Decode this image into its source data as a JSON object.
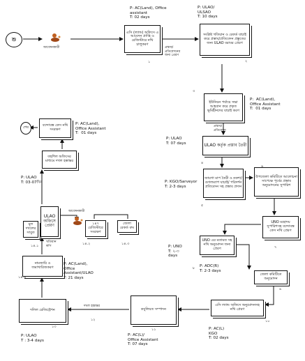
{
  "start": {
    "label": "শু"
  },
  "applicant1": "আবেদনকারী",
  "applicant2": "আবেদনকারী",
  "end_oval": "শেষ",
  "boxes": {
    "b1": "এসি (ল্যান্ড) অফিসে এ আবেদন প্রাপ্তি ও রেজিস্টারে নথি চালুকরণ",
    "b2": "সংশ্লিষ্ট খতিয়ান ও রেকর্ড যাচাই করে প্রস্তাব/প্রতিবেদন প্রস্তুতের জন্য ULAO বরাবর প্রেরণ",
    "b3": "ইউনিয়ন পর্যায়ে সভা আহবান করে প্রকৃত ভূমিহীনদের যাচাই করণ",
    "b4": "ULAO কর্তৃক প্রস্তাব তৈরী",
    "b5": "জায়গা মাপ তৈরী ও নকশা/গুগলম্যাপ যাচাই/ পরিদর্শন প্রতিবেদন সহ প্রস্তাব প্রদান",
    "b6": "উপজেলা কমিটিতে আলোচনা সাপেক্ষে পূর্বের প্রস্তাব অনুমোদনের সুপারিশ",
    "b7": "UNO মহোদয় সুপারিশসহ বন্দোবস্ত কেস নথি প্রেরণ",
    "b8": "UNO এর মতামত সহ নথি অনুমোদন জন্য প্রেরণ",
    "b9": "জেলা কমিটিতে অনুমোদন",
    "b10": "এসি ল্যান্ড অফিসে অনুমোদনসহ নথি প্রেরণ",
    "b11": "কবুলিয়ত সম্পাদন",
    "b12": "দলিল রেজিস্ট্রেশন",
    "b13": "নামজারি ও জমাখারিজকরণ",
    "b14": "মূল দখলের সাবুত",
    "b15": "ULAO অফিসে প্রেরণ",
    "b16": "১৪৭ রেজিস্টারে সংরক্ষণ",
    "b17": "জেলা রেকর্ড রুম",
    "b18": "তহশিল অফিসের মাধ্যমে দখল হস্তান্তর",
    "b19": "বন্দোবস্ত কেস নথি সংরক্ষণ"
  },
  "labels": {
    "l1": "P: AC(Land), Office\nassistant\nT: 02 days",
    "l2": "P: ULAO/\nULSAO\nT: 10 days",
    "l3": "P:  AC(Land),\nOffice Assistant\nT:  01 days",
    "l4": "P: ULAO\nT: 07 days",
    "l5": "P: KGO/Sarveyor\nT: 2-3 days",
    "l6": "P: UNO\nT: ২-৩\ndays",
    "l7": "P: ADC(R)\nT: 2-3 days",
    "l8": "P: AC(L)\nKGO\nT: 02 days",
    "l9": "P: AC(L)/\nOffice Assistant\nT: 07 days",
    "l10": "P: ULAO\nT : 3-4 days",
    "l11": "P: AC(Land),\nOffice\nAssistant/ULAO\nT: 21 days",
    "l12": "P: ULAO\nT: 03-07দিন",
    "l13": "P: AC(Land),\nOffice Assistant\nT:  01 days"
  },
  "edge_text": {
    "e1": "প্রস্তাব/\nপ্রতিবেদনের\nজন্য প্রেরণ",
    "e2": "প্রস্তাব/\nপ্রতিবেদন",
    "e3": "দখল হস্তান্তর",
    "e4": "খতিয়ান\nকপি"
  },
  "steps": {
    "s1": "১",
    "s2": "২",
    "s3": "৩",
    "s4": "৪",
    "s5": "৫",
    "s6": "৬",
    "s7": "৭",
    "s8": "৮",
    "s9": "৯",
    "s10": "১০",
    "s11": "১১",
    "s12": "১২",
    "s13": "১৩",
    "s14a": "১৪.১",
    "s14b": "১৪.২",
    "s14c": "১৪.৩",
    "s14d": "১৪.৪"
  }
}
